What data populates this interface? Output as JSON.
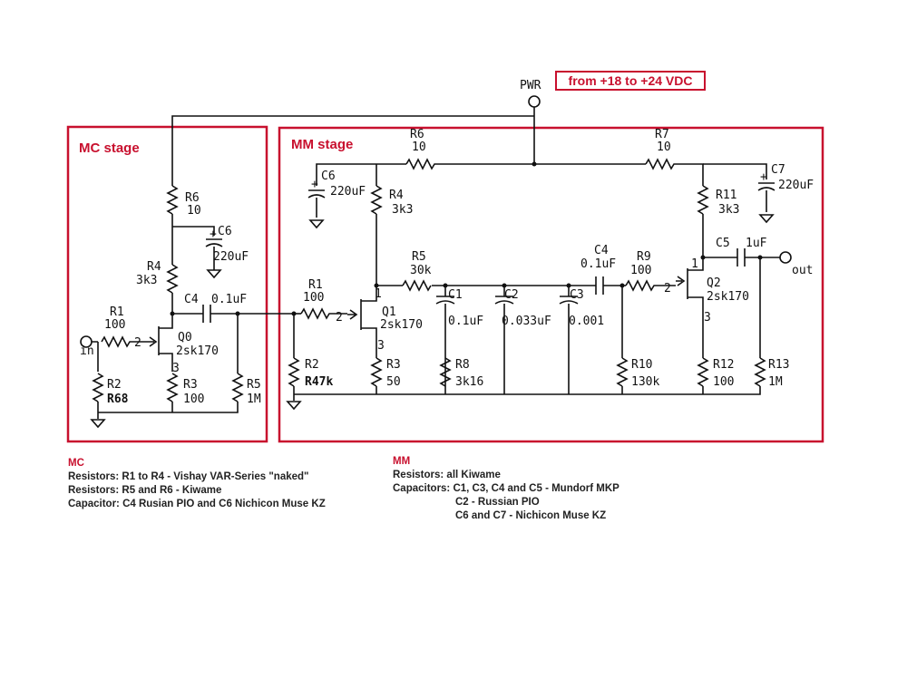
{
  "power": {
    "label": "PWR",
    "range": "from +18 to +24 VDC"
  },
  "mc": {
    "title": "MC stage",
    "R6": {
      "name": "R6",
      "value": "10"
    },
    "C6": {
      "name": "C6",
      "value": "220uF"
    },
    "R4": {
      "name": "R4",
      "value": "3k3"
    },
    "C4": {
      "name": "C4",
      "value": "0.1uF"
    },
    "R1": {
      "name": "R1",
      "value": "100"
    },
    "Q0": {
      "name": "Q0",
      "part": "2sk170"
    },
    "R2": {
      "name": "R2",
      "value": "R68"
    },
    "R3": {
      "name": "R3",
      "value": "100"
    },
    "R5": {
      "name": "R5",
      "value": "1M"
    },
    "input": "in",
    "pin2": "2",
    "pin3": "3"
  },
  "mm": {
    "title": "MM stage",
    "R6": {
      "name": "R6",
      "value": "10"
    },
    "R7": {
      "name": "R7",
      "value": "10"
    },
    "C6": {
      "name": "C6",
      "value": "220uF"
    },
    "C7": {
      "name": "C7",
      "value": "220uF"
    },
    "R4": {
      "name": "R4",
      "value": "3k3"
    },
    "R11": {
      "name": "R11",
      "value": "3k3"
    },
    "R5": {
      "name": "R5",
      "value": "30k"
    },
    "C4": {
      "name": "C4",
      "value": "0.1uF"
    },
    "R9": {
      "name": "R9",
      "value": "100"
    },
    "C5": {
      "name": "C5",
      "value": "1uF"
    },
    "R1": {
      "name": "R1",
      "value": "100"
    },
    "Q1": {
      "name": "Q1",
      "part": "2sk170"
    },
    "Q2": {
      "name": "Q2",
      "part": "2sk170"
    },
    "C1": {
      "name": "C1",
      "value": "0.1uF"
    },
    "C2": {
      "name": "C2",
      "value": "0.033uF"
    },
    "C3": {
      "name": "C3",
      "value": "0.001"
    },
    "R2": {
      "name": "R2",
      "value": "R47k"
    },
    "R3": {
      "name": "R3",
      "value": "50"
    },
    "R8": {
      "name": "R8",
      "value": "3k16"
    },
    "R10": {
      "name": "R10",
      "value": "130k"
    },
    "R12": {
      "name": "R12",
      "value": "100"
    },
    "R13": {
      "name": "R13",
      "value": "1M"
    },
    "output": "out",
    "pin1": "1",
    "pin2": "2",
    "pin3": "3"
  },
  "notes": {
    "mc": {
      "heading": "MC",
      "lines": [
        "Resistors: R1 to R4 - Vishay VAR-Series \"naked\"",
        "Resistors: R5 and R6 - Kiwame",
        "Capacitor: C4 Rusian PIO and C6 Nichicon Muse KZ"
      ]
    },
    "mm": {
      "heading": "MM",
      "lines": [
        "Resistors: all Kiwame",
        "Capacitors: C1, C3, C4 and C5 - Mundorf MKP",
        "C2 - Russian PIO",
        "C6 and C7 - Nichicon Muse KZ"
      ]
    }
  },
  "colors": {
    "accent": "#c8102e",
    "ink": "#111111"
  }
}
